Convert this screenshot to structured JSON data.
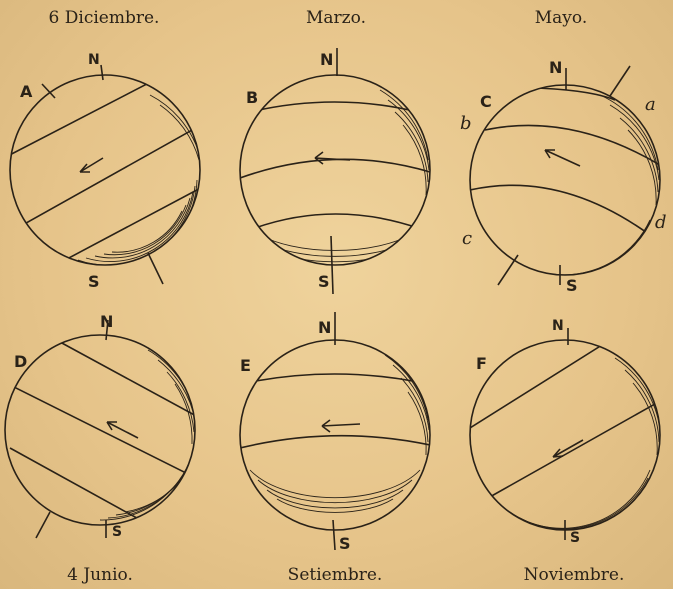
{
  "captions": {
    "top_left": "6 Diciembre.",
    "top_mid": "Marzo.",
    "top_right": "Mayo.",
    "bottom_left": "4 Junio.",
    "bottom_mid": "Setiembre.",
    "bottom_right": "Noviembre."
  },
  "globes": [
    {
      "letter": "A",
      "north": "N",
      "south": "S"
    },
    {
      "letter": "B",
      "north": "N",
      "south": "S"
    },
    {
      "letter": "C",
      "north": "N",
      "south": "S",
      "extra": [
        "a",
        "b",
        "c",
        "d"
      ]
    },
    {
      "letter": "D",
      "north": "N",
      "south": "S"
    },
    {
      "letter": "E",
      "north": "N",
      "south": "S"
    },
    {
      "letter": "F",
      "north": "N",
      "south": "S"
    }
  ],
  "colors": {
    "paper": "#e8c98f",
    "ink": "#2a2218"
  }
}
